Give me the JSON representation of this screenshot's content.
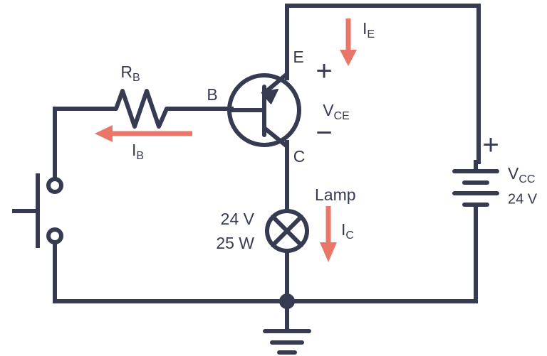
{
  "diagram": {
    "title": "Common-emitter PNP transistor lamp driver circuit",
    "colors": {
      "wire": "#363B52",
      "current_arrow": "#E8776A",
      "background": "#ffffff"
    }
  },
  "components": {
    "resistor": {
      "label": "R",
      "label_sub": "B",
      "name": "base-resistor"
    },
    "transistor": {
      "type": "pnp-bipolar-junction-transistor",
      "terminal_emitter": "E",
      "terminal_base": "B",
      "terminal_collector": "C"
    },
    "lamp": {
      "label": "Lamp",
      "voltage": "24 V",
      "power": "25 W"
    },
    "battery": {
      "label": "V",
      "label_sub": "CC",
      "value": "24 V",
      "polarity_plus": "+"
    },
    "switch": {
      "name": "pushbutton-switch",
      "state": "open"
    },
    "ground": {
      "name": "earth-ground"
    }
  },
  "annotations": {
    "vce": {
      "label": "V",
      "label_sub": "CE",
      "plus": "+",
      "minus": "−"
    },
    "currents": [
      {
        "label": "I",
        "label_sub": "E",
        "direction": "down",
        "name": "emitter-current"
      },
      {
        "label": "I",
        "label_sub": "B",
        "direction": "left",
        "name": "base-current"
      },
      {
        "label": "I",
        "label_sub": "C",
        "direction": "down",
        "name": "collector-current"
      }
    ]
  }
}
